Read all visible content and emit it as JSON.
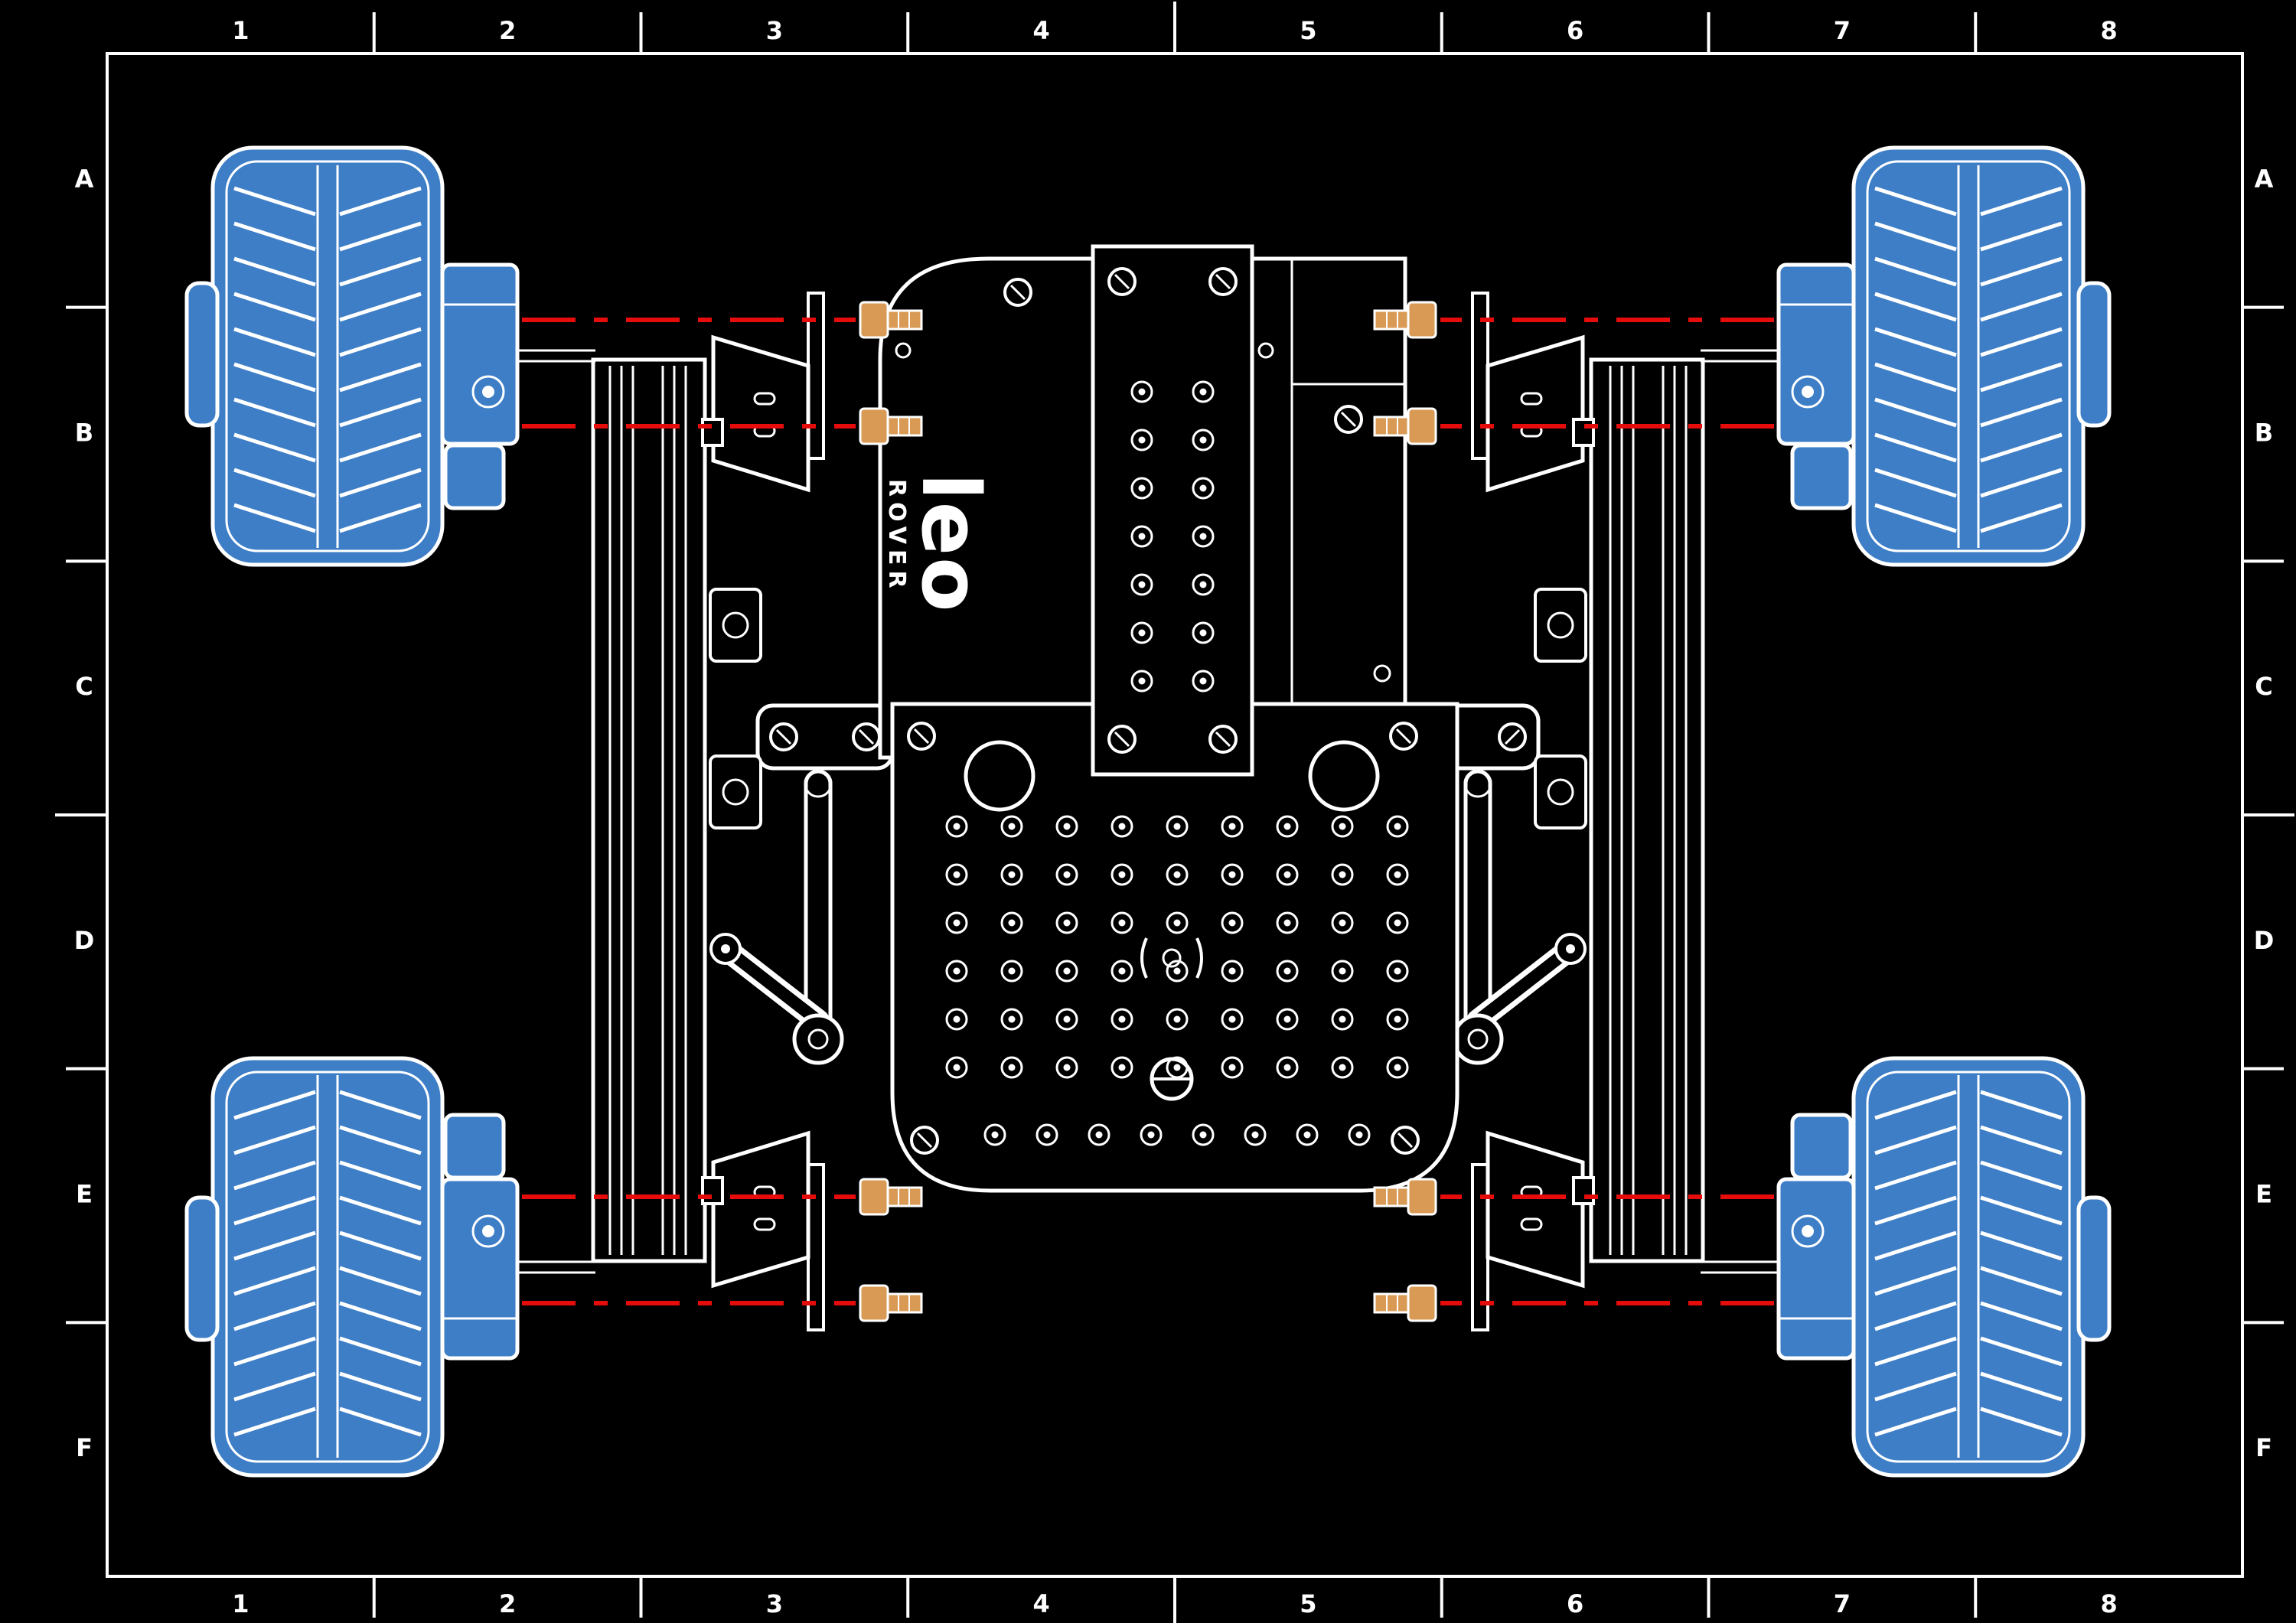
{
  "sheet": {
    "grid": {
      "columns": [
        "1",
        "2",
        "3",
        "4",
        "5",
        "6",
        "7",
        "8"
      ],
      "rows": [
        "A",
        "B",
        "C",
        "D",
        "E",
        "F"
      ]
    },
    "logo": {
      "name": "leo",
      "sub": "ROVER"
    },
    "colors": {
      "background": "#000000",
      "line": "#ffffff",
      "wheel": "#3d7ec7",
      "centerline": "#e60c0c",
      "fastener": "#d89a55"
    }
  }
}
